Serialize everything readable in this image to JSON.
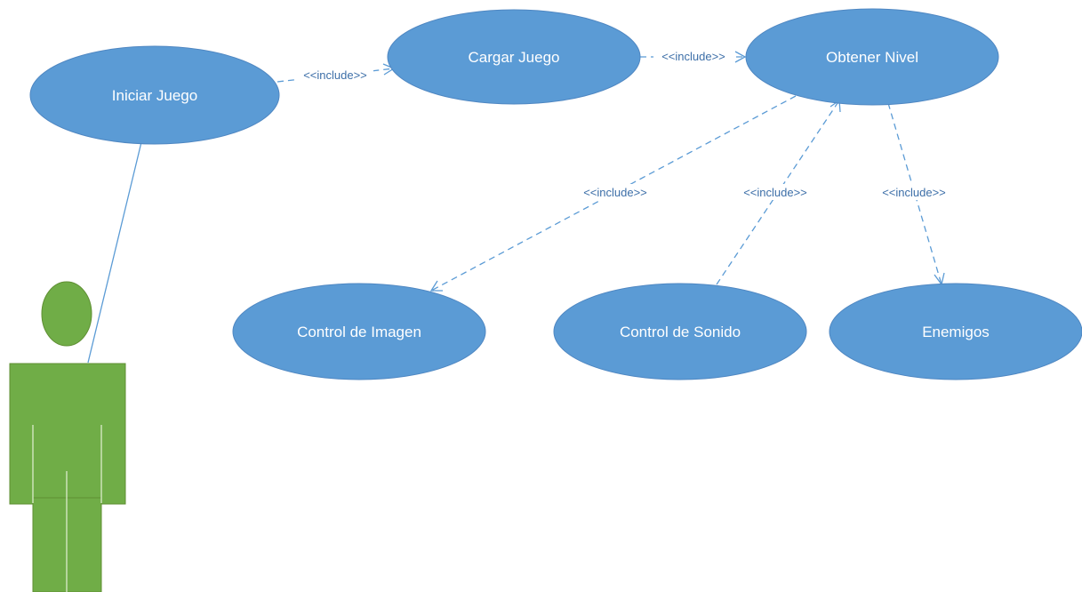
{
  "diagram": {
    "colors": {
      "use_case_fill": "#5b9bd5",
      "use_case_text": "#ffffff",
      "relation_line": "#5b9bd5",
      "relation_text": "#3d6fa8",
      "actor_fill": "#70ad47"
    },
    "use_cases": {
      "iniciar": "Iniciar Juego",
      "cargar": "Cargar Juego",
      "obtener": "Obtener Nivel",
      "imagen": "Control de Imagen",
      "sonido": "Control de Sonido",
      "enemigos": "Enemigos"
    },
    "relations": {
      "iniciar_cargar": "<<include>>",
      "cargar_obtener": "<<include>>",
      "obtener_imagen": "<<include>>",
      "sonido_obtener": "<<include>>",
      "obtener_enemigos": "<<include>>"
    }
  }
}
